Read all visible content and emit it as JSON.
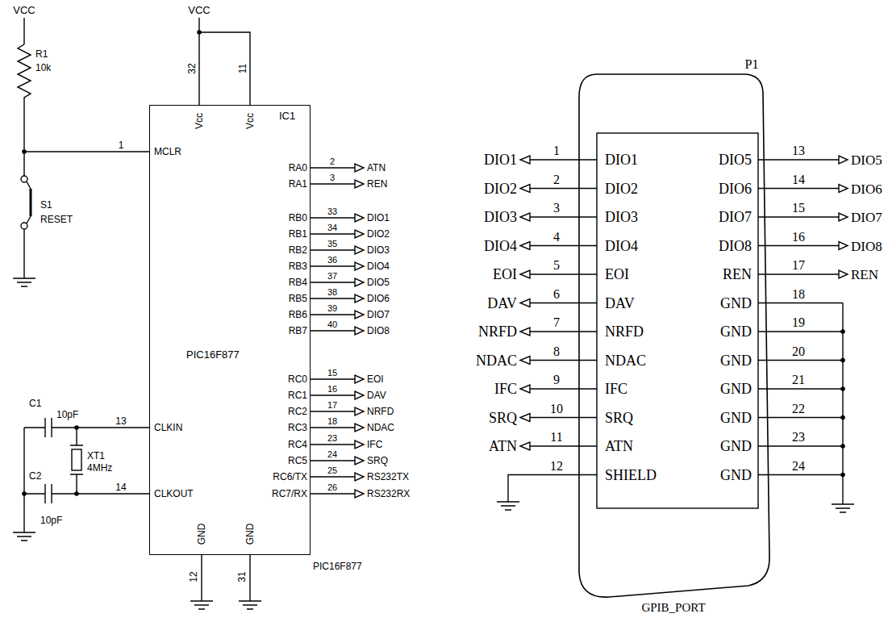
{
  "diagram": {
    "nodes": [
      {
        "text": [
          "IC1",
          "PIC16F877"
        ]
      },
      {
        "text": [
          "P1",
          "GPIB_PORT"
        ]
      }
    ],
    "labels": [
      "VCC",
      "R1",
      "10k",
      "1",
      "S1",
      "RESET",
      "C1",
      "10pF",
      "C2",
      "10pF",
      "XT1",
      "4MHz",
      "13",
      "14",
      "VCC",
      "32",
      "11",
      "Vcc",
      "Vcc",
      "MCLR",
      "RA0",
      "RA1",
      "RB0",
      "RB1",
      "RB2",
      "RB3",
      "RB4",
      "RB5",
      "RB6",
      "RB7",
      "RC0",
      "RC1",
      "RC2",
      "RC3",
      "RC4",
      "RC5",
      "RC6/TX",
      "RC7/RX",
      "2",
      "3",
      "33",
      "34",
      "35",
      "36",
      "37",
      "38",
      "39",
      "40",
      "15",
      "16",
      "17",
      "18",
      "23",
      "24",
      "25",
      "26",
      "ATN",
      "REN",
      "DIO1",
      "DIO2",
      "DIO3",
      "DIO4",
      "DIO5",
      "DIO6",
      "DIO7",
      "DIO8",
      "EOI",
      "DAV",
      "NRFD",
      "NDAC",
      "IFC",
      "SRQ",
      "RS232TX",
      "RS232RX",
      "CLKIN",
      "CLKOUT",
      "GND",
      "GND",
      "12",
      "31",
      "PIC16F877",
      "DIO1",
      "DIO2",
      "DIO3",
      "DIO4",
      "EOI",
      "DAV",
      "NRFD",
      "NDAC",
      "IFC",
      "SRQ",
      "ATN",
      "SHIELD",
      "1",
      "2",
      "3",
      "4",
      "5",
      "6",
      "7",
      "8",
      "9",
      "10",
      "11",
      "12",
      "DIO1",
      "DIO2",
      "DIO3",
      "DIO4",
      "EOI",
      "DAV",
      "NRFD",
      "NDAC",
      "IFC",
      "SRQ",
      "ATN",
      "DIO5",
      "DIO6",
      "DIO7",
      "DIO8",
      "REN",
      "GND",
      "GND",
      "GND",
      "GND",
      "GND",
      "GND",
      "GND",
      "13",
      "14",
      "15",
      "16",
      "17",
      "18",
      "19",
      "20",
      "21",
      "22",
      "23",
      "24",
      "DIO5",
      "DIO6",
      "DIO7",
      "DIO8",
      "REN"
    ]
  }
}
